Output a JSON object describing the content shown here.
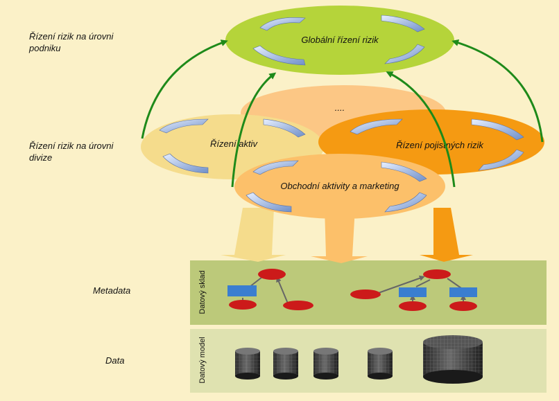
{
  "levels": {
    "enterprise": "Řízení rizik na úrovni podniku",
    "division": "Řízení rizik na úrovni divize",
    "metadata": "Metadata",
    "data": "Data"
  },
  "processes": {
    "global": "Globální řízení rizik",
    "more": "....",
    "assets": "Řízení aktiv",
    "insurance": "Řízení pojistných rizik",
    "business": "Obchodní aktivity a marketing"
  },
  "layers": {
    "warehouse": "Datový sklad",
    "datamodel": "Datový model"
  },
  "colors": {
    "background": "#fbf1c8",
    "global": "#b5d43a",
    "assets": "#f5dc8c",
    "insurance": "#f59a12",
    "business": "#fcc06a",
    "back": "#fcc785",
    "arrow_green": "#1e8a1a",
    "metadata_band": "#bcc97a",
    "data_band": "#dfe2b0"
  }
}
